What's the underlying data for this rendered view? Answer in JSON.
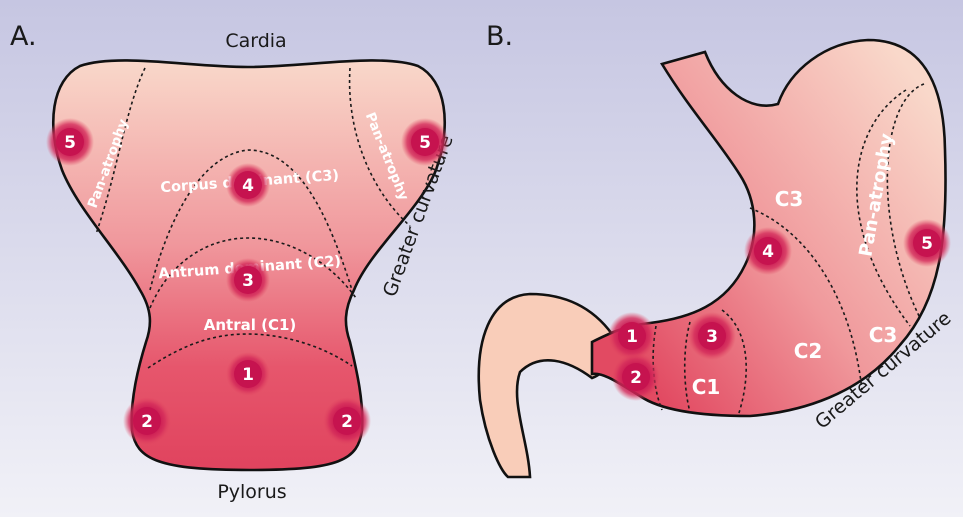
{
  "panels": {
    "a": {
      "letter": "A."
    },
    "b": {
      "letter": "B."
    }
  },
  "anatomy": {
    "cardia": "Cardia",
    "pylorus": "Pylorus",
    "greater_curvature_a": "Greater curvature",
    "greater_curvature_b": "Greater curvature"
  },
  "zones_a": {
    "antral": "Antral (C1)",
    "antrum_dominant": "Antrum dominant (C2)",
    "corpus_dominant": "Corpus dominant (C3)",
    "pan_atrophy_left": "Pan-atrophy",
    "pan_atrophy_right": "Pan-atrophy"
  },
  "zones_b": {
    "c1": "C1",
    "c2": "C2",
    "c3_top": "C3",
    "c3_bottom": "C3",
    "pan_atrophy": "Pan-atrophy"
  },
  "markers_a": [
    "1",
    "2",
    "2",
    "3",
    "4",
    "5",
    "5"
  ],
  "markers_b": [
    "1",
    "2",
    "3",
    "4",
    "5"
  ],
  "colors": {
    "background_top": "#c6c6e2",
    "background_bottom": "#f1f1f7",
    "tissue_light": "#f8d5c7",
    "tissue_dark": "#e0435e",
    "marker": "#c6134f"
  }
}
